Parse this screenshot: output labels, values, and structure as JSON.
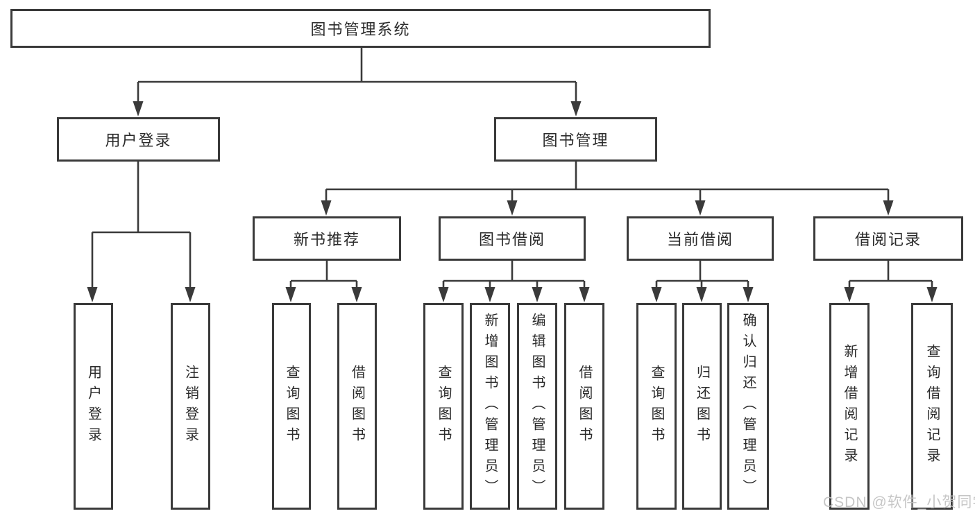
{
  "diagram": {
    "root": {
      "label": "图书管理系统",
      "children": [
        {
          "label": "用户登录",
          "children": [
            {
              "label": "用户登录"
            },
            {
              "label": "注销登录"
            }
          ]
        },
        {
          "label": "图书管理",
          "children": [
            {
              "label": "新书推荐",
              "children": [
                {
                  "label": "查询图书"
                },
                {
                  "label": "借阅图书"
                }
              ]
            },
            {
              "label": "图书借阅",
              "children": [
                {
                  "label": "查询图书"
                },
                {
                  "label": "新增图书（管理员）"
                },
                {
                  "label": "编辑图书（管理员）"
                },
                {
                  "label": "借阅图书"
                }
              ]
            },
            {
              "label": "当前借阅",
              "children": [
                {
                  "label": "查询图书"
                },
                {
                  "label": "归还图书"
                },
                {
                  "label": "确认归还（管理员）"
                }
              ]
            },
            {
              "label": "借阅记录",
              "children": [
                {
                  "label": "新增借阅记录"
                },
                {
                  "label": "查询借阅记录"
                }
              ]
            }
          ]
        }
      ]
    }
  },
  "watermark": {
    "text": "CSDN @软件_小贺同学"
  },
  "colors": {
    "line": "#3a3a3a",
    "border": "#3a3a3a",
    "text": "#2b2b2b",
    "background": "#ffffff",
    "watermark": "#c2c2c2"
  }
}
